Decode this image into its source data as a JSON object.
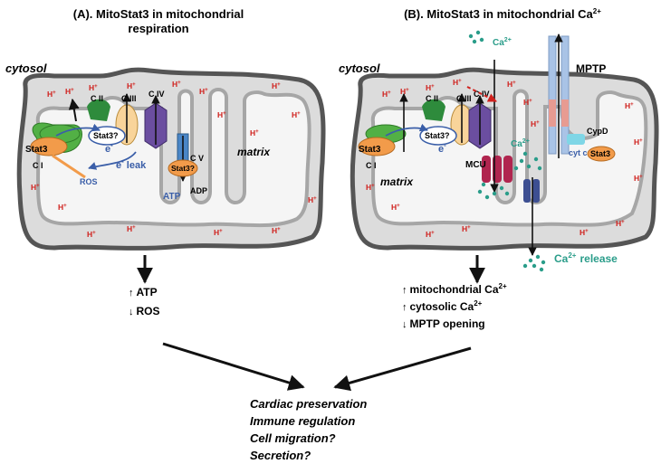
{
  "panel_a": {
    "title_line1": "(A). MitoStat3 in mitochondrial",
    "title_line2": "respiration",
    "cytosol": "cytosol",
    "matrix": "matrix",
    "ci": "C I",
    "cii": "C II",
    "ciii": "C III",
    "civ": "C IV",
    "cv": "C V",
    "stat3": "Stat3",
    "stat3q": "Stat3?",
    "stat3q_cv": "Stat3?",
    "e_minus": "e",
    "e_minus_2": "e",
    "e_leak": "e",
    "leak_word": "leak",
    "minus": "-",
    "ros": "ROS",
    "atp": "ATP",
    "adp": "ADP",
    "effect_1": "ATP",
    "effect_2": "ROS"
  },
  "panel_b": {
    "title_main": "(B). MitoStat3 in mitochondrial Ca",
    "title_sup": "2+",
    "cytosol": "cytosol",
    "matrix": "matrix",
    "ci": "C I",
    "cii": "C II",
    "ciii": "C III",
    "civ": "C IV",
    "stat3": "Stat3",
    "stat3q": "Stat3?",
    "e_minus": "e",
    "minus": "-",
    "mptp": "MPTP",
    "cypd": "CypD",
    "cytc": "cyt c",
    "stat3_mptp": "Stat3",
    "mcu": "MCU",
    "ca_top": "Ca",
    "ca_mid": "Ca",
    "ca_release": "Ca",
    "release_word": "release",
    "sup_2plus": "2+",
    "effect_1": "mitochondrial Ca",
    "effect_2": "cytosolic Ca",
    "effect_3": "MPTP opening"
  },
  "outcomes": [
    "Cardiac preservation",
    "Immune regulation",
    "Cell migration?",
    "Secretion?"
  ],
  "hplus": "H",
  "hplus_sup": "+",
  "colors": {
    "membrane": "#555555",
    "inner_membrane": "#a6a6a6",
    "intermembrane": "#dcdcdc",
    "matrix_fill": "#f5f5f5",
    "hplus": "#d0201c",
    "calcium": "#2a9d8a",
    "stat3": "#f29b4a",
    "complex_i": "#52b045",
    "complex_iii": "#f9d49a",
    "complex_iv": "#6b4ea0",
    "mcu": "#b0254f",
    "electron": "#3a5ea8"
  }
}
